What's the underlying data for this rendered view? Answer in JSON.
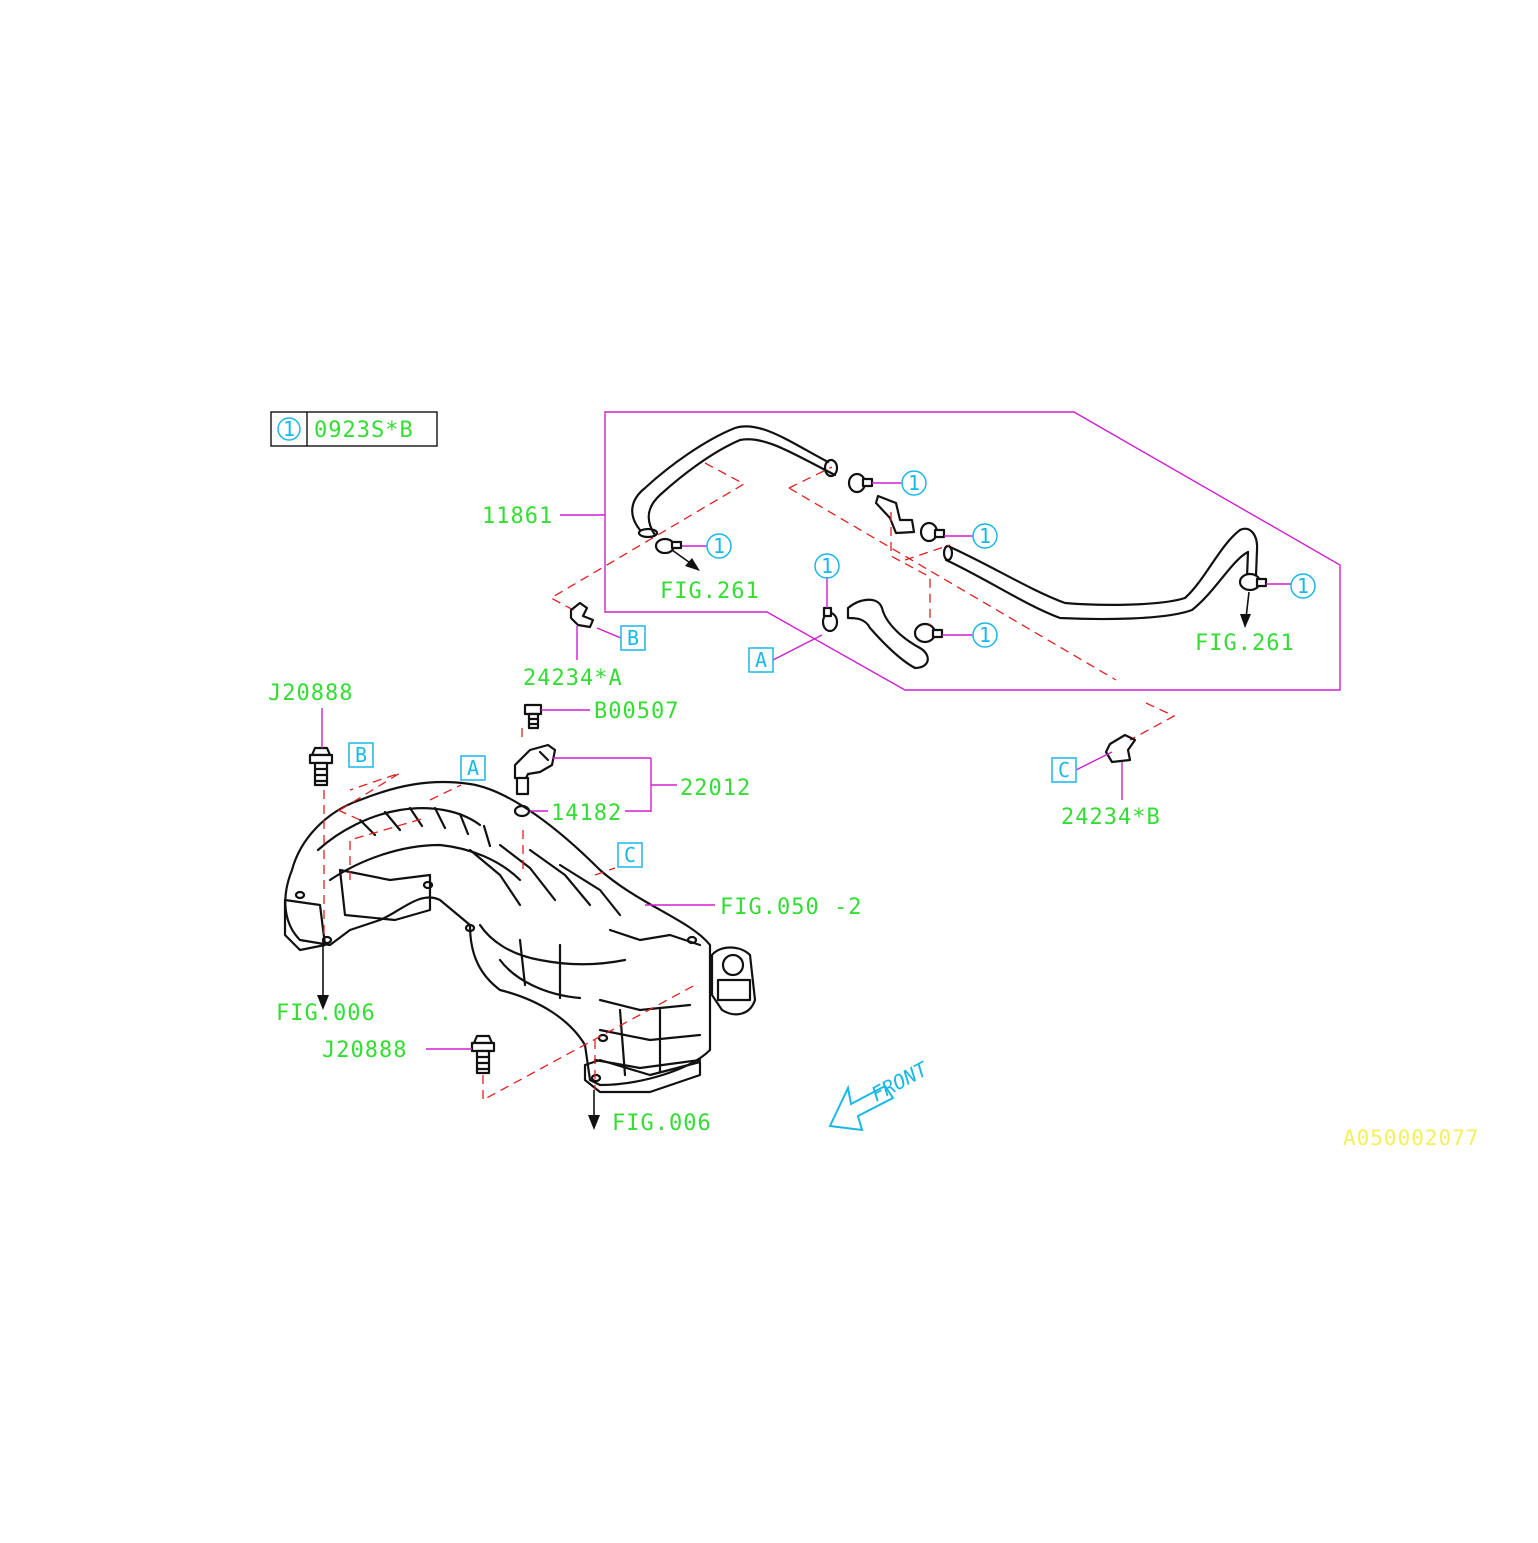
{
  "legend": {
    "key": "1",
    "part": "0923S*B"
  },
  "callouts": {
    "hose_assembly": "11861",
    "fig261_left": "FIG.261",
    "fig261_right": "FIG.261",
    "clip_a": "24234*A",
    "clip_b": "24234*B",
    "bolt_top": "J20888",
    "bolt_bottom": "J20888",
    "sensor_bolt": "B00507",
    "sensor": "22012",
    "o_ring": "14182",
    "manifold": "FIG.050 -2",
    "fig006_left": "FIG.006",
    "fig006_bottom": "FIG.006"
  },
  "ref_boxes": [
    "A",
    "B",
    "C"
  ],
  "clamp_marker": "1",
  "front_label": "FRONT",
  "diagram_id": "A050002077",
  "colors": {
    "part_number": "#33dd33",
    "reference": "#18b8e8",
    "leader": "#d01fd0",
    "dashed": "#e02020",
    "diagram_id": "#f4f058",
    "drawing": "#111111"
  }
}
